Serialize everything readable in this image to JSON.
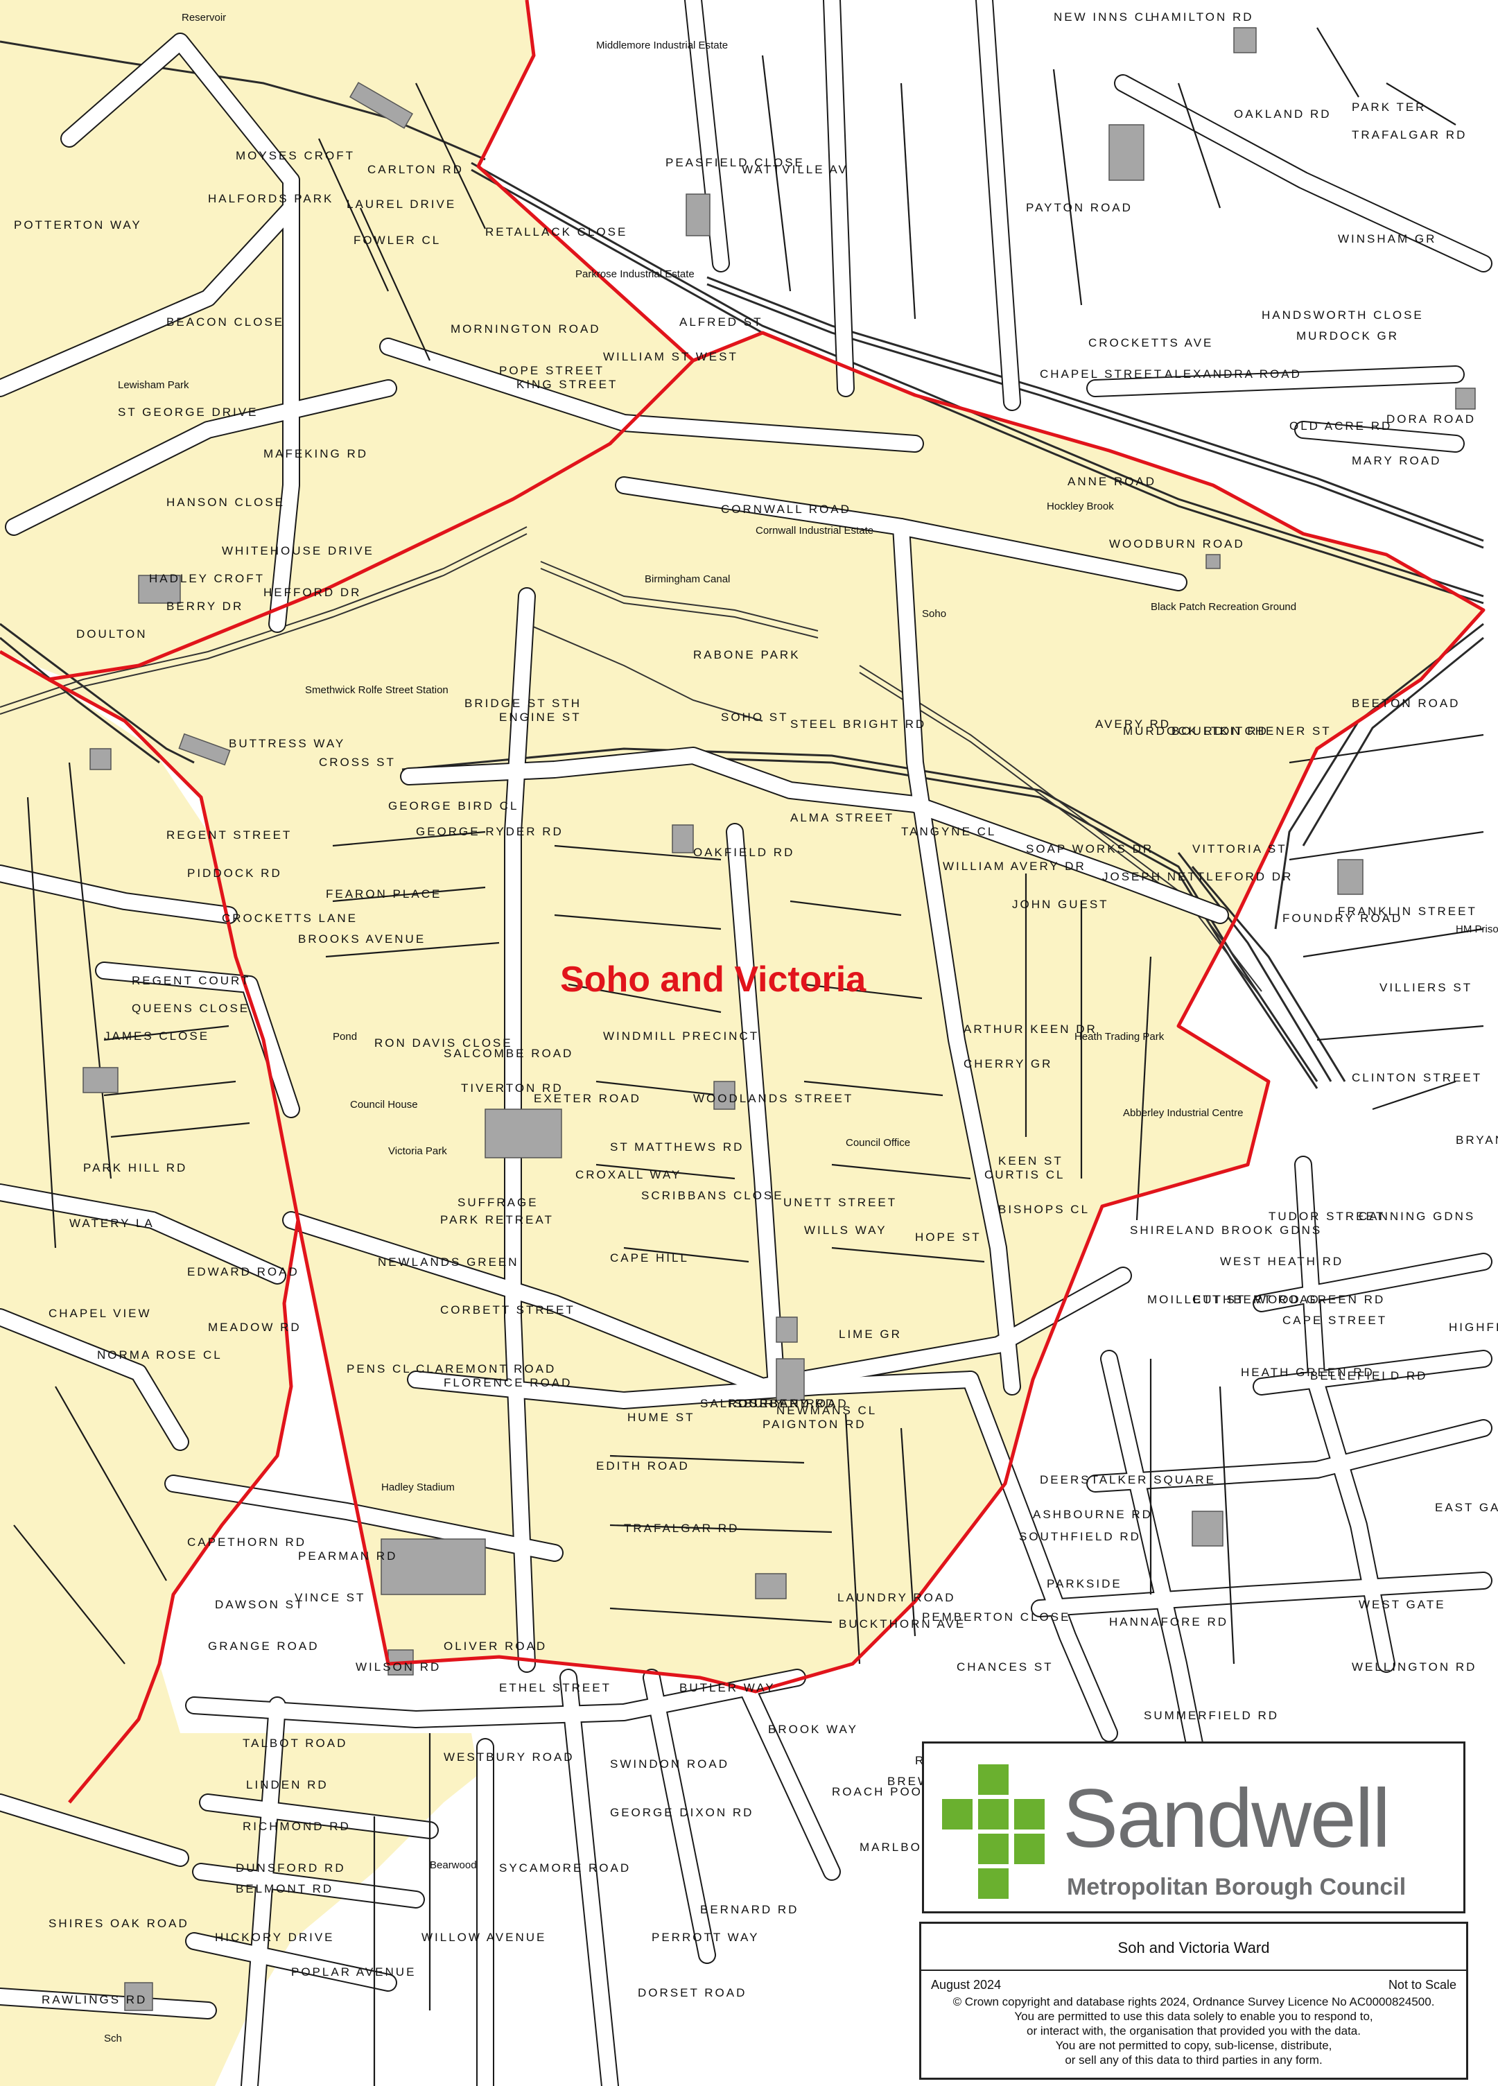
{
  "map": {
    "ward_label": "Soho and Victoria",
    "colors": {
      "ward_fill": "#fbf3c4",
      "boundary": "#e1141b",
      "roads": "#1a1a1a",
      "buildings": "#a6a6a6",
      "background": "#ffffff"
    },
    "labels": [
      "Reservoir",
      "Middlemore Industrial Estate",
      "HAMILTON RD",
      "NEW INNS CL",
      "OAKLAND RD",
      "PARK TER",
      "TRAFALGAR RD",
      "MOYSES CROFT",
      "HALFORDS PARK",
      "POTTERTON WAY",
      "CARLTON RD",
      "LAUREL DRIVE",
      "FOWLER CL",
      "RETALLACK CLOSE",
      "Parkrose Industrial Estate",
      "PEASFIELD CLOSE",
      "WATTVILLE AV",
      "PAYTON ROAD",
      "WINSHAM GR",
      "BEACON CLOSE",
      "Lewisham Park",
      "ST GEORGE DRIVE",
      "MORNINGTON ROAD",
      "POPE STREET",
      "KING STREET",
      "WILLIAM ST WEST",
      "ALFRED ST",
      "CHAPEL STREET",
      "ALEXANDRA ROAD",
      "CROCKETTS AVE",
      "HANDSWORTH CLOSE",
      "MURDOCK GR",
      "DORA ROAD",
      "MARY ROAD",
      "OLD ACRE RD",
      "Hockley Brook",
      "WOODBURN ROAD",
      "ANNE ROAD",
      "CORNWALL ROAD",
      "Cornwall Industrial Estate",
      "Birmingham Canal",
      "RABONE PARK",
      "Soho",
      "Black Patch Recreation Ground",
      "HADLEY CROFT",
      "HEFFORD DR",
      "DOULTON",
      "BERRY DR",
      "HANSON CLOSE",
      "MAFEKING RD",
      "WHITEHOUSE DRIVE",
      "Smethwick Rolfe Street Station",
      "BUTTRESS WAY",
      "CROSS ST",
      "BRIDGE ST STH",
      "ENGINE ST",
      "SOHO ST",
      "STEEL BRIGHT RD",
      "BEETON ROAD",
      "KITCHENER ST",
      "VITTORIA ST",
      "AVERY RD",
      "MURDOCK RD",
      "BOULTON RD",
      "GEORGE BIRD CL",
      "GEORGE RYDER RD",
      "ALMA STREET",
      "TANGYNE CL",
      "SOAP WORKS DR",
      "WILLIAM AVERY DR",
      "OAKFIELD RD",
      "JOSEPH NETTLEFORD DR",
      "JOHN GUEST",
      "FOUNDRY ROAD",
      "FRANKLIN STREET",
      "VILLIERS ST",
      "HM Prison",
      "REGENT STREET",
      "PIDDOCK RD",
      "FEARON PLACE",
      "CROCKETTS LANE",
      "BROOKS AVENUE",
      "REGENT COURT",
      "QUEENS CLOSE",
      "JAMES CLOSE",
      "Pond",
      "RON DAVIS CLOSE",
      "SALCOMBE ROAD",
      "TIVERTON RD",
      "EXETER ROAD",
      "WINDMILL PRECINCT",
      "ARTHUR KEEN DR",
      "CHERRY GR",
      "Heath Trading Park",
      "Abberley Industrial Centre",
      "CLINTON STREET",
      "BRYANT ST",
      "Council House",
      "Victoria Park",
      "PARK RETREAT",
      "NEWLANDS GREEN",
      "CORBETT STREET",
      "SUFFRAGE",
      "CROXALL WAY",
      "ST MATTHEWS RD",
      "WOODLANDS STREET",
      "Council Office",
      "SCRIBBANS CLOSE",
      "UNETT STREET",
      "WILLS WAY",
      "HOPE ST",
      "CURTIS CL",
      "BISHOPS CL",
      "KEEN ST",
      "SHIRELAND BROOK GDNS",
      "TUDOR STREET",
      "CANNING GDNS",
      "CUTHBERT ROAD",
      "MOILLETT ST",
      "WEST HEATH RD",
      "CAPE STREET",
      "WOOD GREEN RD",
      "HEATH GREEN RD",
      "BELLEFIELD RD",
      "HIGHFIELD RD",
      "PARK HILL RD",
      "WATERY LA",
      "EDWARD ROAD",
      "MEADOW RD",
      "CHAPEL VIEW",
      "NORMA ROSE CL",
      "PENS CL",
      "CLAREMONT ROAD",
      "FLORENCE ROAD",
      "EDITH ROAD",
      "TRAFALGAR RD",
      "SALISBURY RD",
      "ROSEBERY RD",
      "DURBAN ROAD",
      "NEWMANS CL",
      "LIME GR",
      "HUME ST",
      "CAPE HILL",
      "PAIGNTON RD",
      "DEERSTALKER SQUARE",
      "ASHBOURNE RD",
      "SOUTHFIELD RD",
      "PARKSIDE",
      "HANNAFORE RD",
      "SUMMERFIELD RD",
      "Rotton Park",
      "EAST GATE",
      "WEST GATE",
      "WELLINGTON RD",
      "CAPETHORN RD",
      "PEARMAN RD",
      "VINCE ST",
      "DAWSON ST",
      "GRANGE ROAD",
      "Hadley Stadium",
      "WILSON RD",
      "OLIVER ROAD",
      "LAUNDRY ROAD",
      "BUCKTHORN AVE",
      "PEMBERTON CLOSE",
      "BUTLER WAY",
      "CHANCES ST",
      "BROOK WAY",
      "ROEBUCK ROAD",
      "BREWERS SQUARE",
      "ROACH POOL CROFT",
      "MARLBOROUGH RD",
      "TALBOT ROAD",
      "LINDEN RD",
      "RICHMOND RD",
      "DUNSFORD RD",
      "BELMONT RD",
      "HICKORY DRIVE",
      "Bearwood",
      "WILLOW AVENUE",
      "POPLAR AVENUE",
      "WESTBURY ROAD",
      "SWINDON ROAD",
      "GEORGE DIXON RD",
      "PERROTT WAY",
      "BERNARD RD",
      "DORSET ROAD",
      "SYCAMORE ROAD",
      "ETHEL STREET",
      "RAWLINGS RD",
      "SHIRES OAK ROAD",
      "Sch"
    ]
  },
  "logo": {
    "name": "Sandwell",
    "subtitle": "Metropolitan Borough Council",
    "color_green": "#6ab02f",
    "color_text": "#6d6e70"
  },
  "info": {
    "title": "Soh and Victoria Ward",
    "date": "August 2024",
    "scale": "Not to Scale",
    "copyright": [
      "© Crown copyright and database rights 2024, Ordnance Survey Licence No AC0000824500.",
      "You are permitted to use this data solely to enable you to respond to,",
      "or interact with, the organisation that provided you with the data.",
      "You are not permitted to copy, sub-license, distribute,",
      "or sell any of this data to third parties in any form."
    ]
  }
}
